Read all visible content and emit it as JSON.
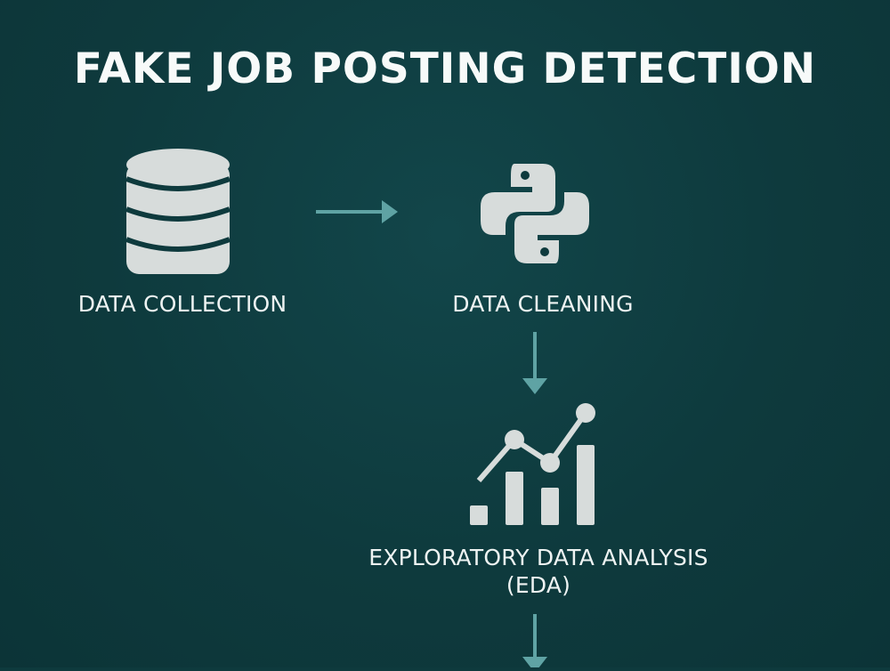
{
  "diagram": {
    "title": "FAKE JOB POSTING DETECTION",
    "steps": [
      {
        "label": "DATA COLLECTION",
        "icon": "database-icon"
      },
      {
        "label": "DATA CLEANING",
        "icon": "python-logo-icon"
      },
      {
        "label": "EXPLORATORY DATA ANALYSIS",
        "label_line2": "(EDA)",
        "icon": "bar-line-chart-icon"
      }
    ],
    "colors": {
      "background": "#0e3a3d",
      "icon": "#d7dcdb",
      "arrow": "#5fa3a4",
      "text": "#f2f5f4"
    }
  }
}
